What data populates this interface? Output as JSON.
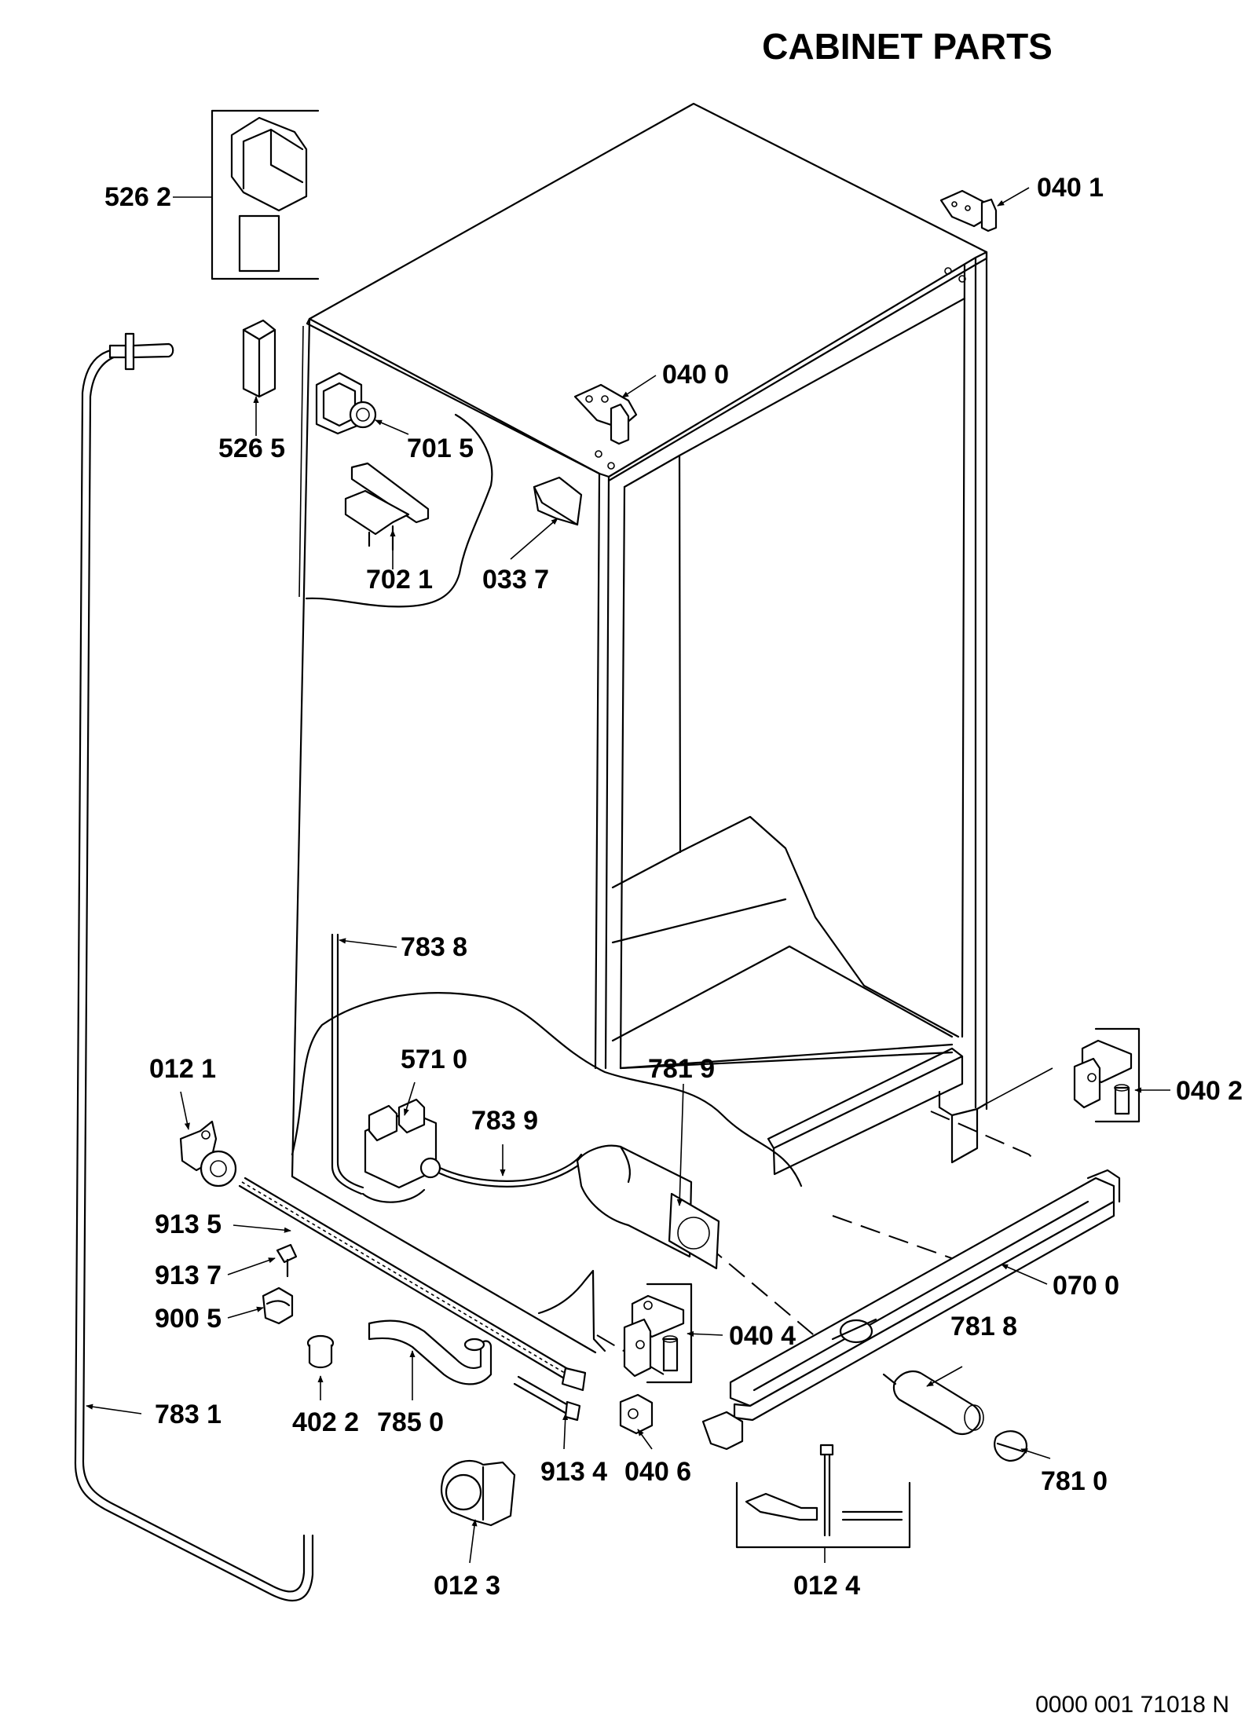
{
  "title": "CABINET PARTS",
  "footer_code": "0000 001 71018 N",
  "callouts": [
    {
      "id": "c5262",
      "label": "526 2"
    },
    {
      "id": "c5265",
      "label": "526 5"
    },
    {
      "id": "c7015",
      "label": "701 5"
    },
    {
      "id": "c7021",
      "label": "702 1"
    },
    {
      "id": "c0337",
      "label": "033 7"
    },
    {
      "id": "c0400",
      "label": "040 0"
    },
    {
      "id": "c0401",
      "label": "040 1"
    },
    {
      "id": "c7838",
      "label": "783 8"
    },
    {
      "id": "c0121",
      "label": "012 1"
    },
    {
      "id": "c5710",
      "label": "571 0"
    },
    {
      "id": "c7819",
      "label": "781 9"
    },
    {
      "id": "c7839",
      "label": "783 9"
    },
    {
      "id": "c0402",
      "label": "040 2"
    },
    {
      "id": "c9135",
      "label": "913 5"
    },
    {
      "id": "c9137",
      "label": "913 7"
    },
    {
      "id": "c9005",
      "label": "900 5"
    },
    {
      "id": "c0700",
      "label": "070 0"
    },
    {
      "id": "c0404",
      "label": "040 4"
    },
    {
      "id": "c7818",
      "label": "781 8"
    },
    {
      "id": "c7831",
      "label": "783 1"
    },
    {
      "id": "c4022",
      "label": "402 2"
    },
    {
      "id": "c7850",
      "label": "785 0"
    },
    {
      "id": "c9134",
      "label": "913 4"
    },
    {
      "id": "c0406",
      "label": "040 6"
    },
    {
      "id": "c7810",
      "label": "781 0"
    },
    {
      "id": "c0123",
      "label": "012 3"
    },
    {
      "id": "c0124",
      "label": "012 4"
    }
  ]
}
